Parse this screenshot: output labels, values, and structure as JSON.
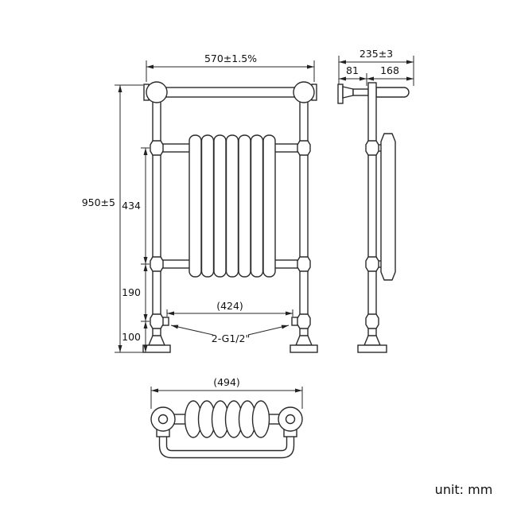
{
  "unit_label": "unit: mm",
  "front_view": {
    "width": "570±1.5%",
    "height": "950±5",
    "radiator_height": "434",
    "lower_section": "190",
    "foot_height": "100",
    "valve_spacing": "(424)",
    "connection": "2-G1/2\""
  },
  "side_view": {
    "depth": "235±3",
    "wall_to_post": "81",
    "post_to_front": "168"
  },
  "top_view": {
    "width": "(494)"
  }
}
